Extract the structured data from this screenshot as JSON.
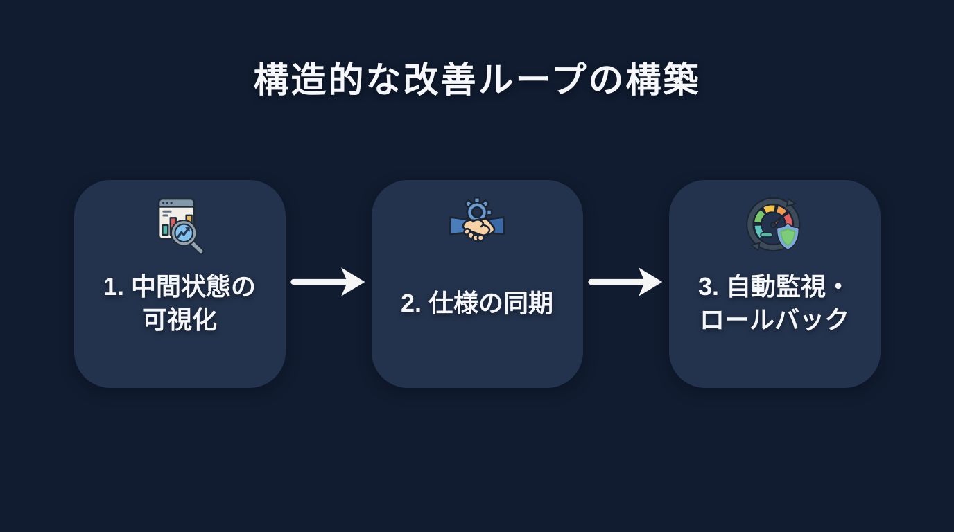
{
  "slide": {
    "title": "構造的な改善ループの構築"
  },
  "steps": [
    {
      "icon": "chart-magnifier",
      "lines": [
        "1. 中間状態の",
        "可視化"
      ],
      "full_label": "1. 中間状態の可視化"
    },
    {
      "icon": "handshake-gear",
      "lines": [
        "2. 仕様の同期"
      ],
      "full_label": "2. 仕様の同期"
    },
    {
      "icon": "gauge-shield",
      "lines": [
        "3. 自動監視・",
        "ロールバック"
      ],
      "full_label": "3. 自動監視・ロールバック"
    }
  ],
  "colors": {
    "background": "#111c30",
    "card": "#24334d",
    "text": "#f5f7fa",
    "arrow": "#f5f5f5",
    "outline": "#1b2533",
    "icon-teal": "#55b8a6",
    "icon-red": "#df5f5f",
    "icon-yellow": "#f0b452",
    "icon-orange": "#f19c50",
    "icon-green": "#7cc66d",
    "icon-blue": "#6b9ace",
    "icon-skin": "#f7d2a6",
    "icon-lens-blue": "#82c2ec",
    "icon-shield-green": "#63b868",
    "icon-shield-border": "#7fa9dc"
  }
}
